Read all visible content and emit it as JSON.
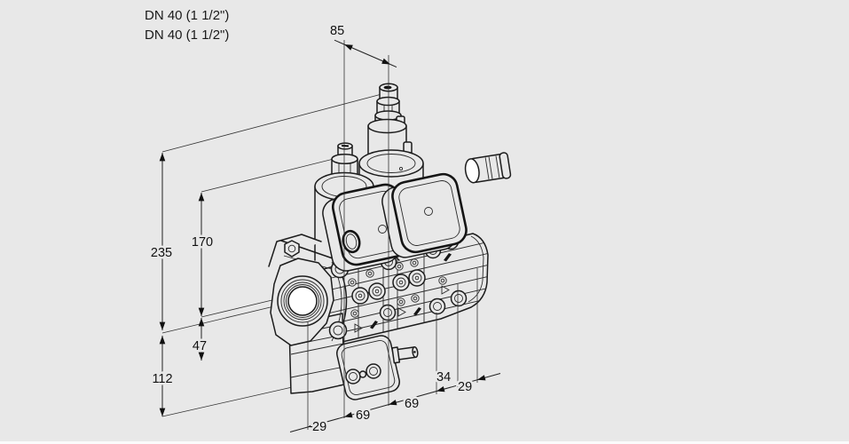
{
  "drawing": {
    "subject": "double-solenoid-gas-valve isometric dimensional drawing",
    "connection_labels": [
      "DN 40 (1 1/2\")",
      "DN 40 (1 1/2\")"
    ],
    "dimensions_mm": {
      "axis_spacing": "85",
      "total_height": "235",
      "upper_height": "170",
      "flange_height": "47",
      "base_height": "112",
      "depth_segments": [
        "29",
        "69",
        "69",
        "34",
        "29"
      ]
    },
    "colors": {
      "background": "#e8e8e8",
      "line": "#1c1c1c",
      "highlight": "#ffffff"
    }
  }
}
